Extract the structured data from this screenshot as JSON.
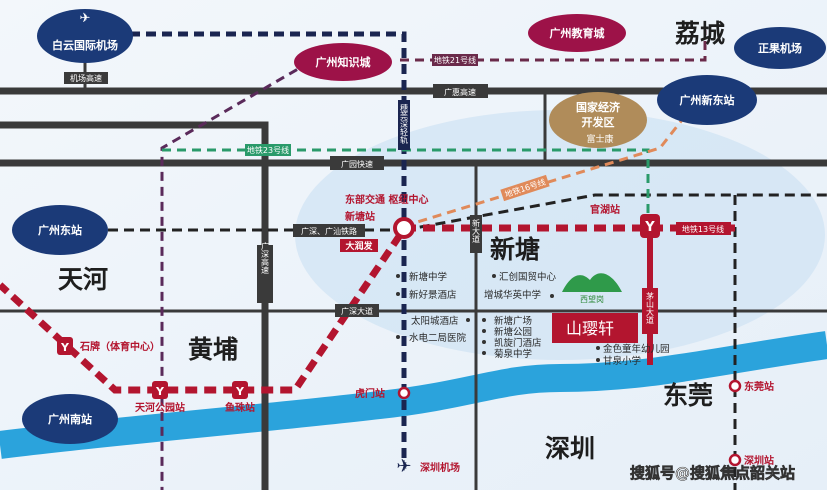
{
  "places": {
    "lichen": "荔城",
    "tianhe": "天河",
    "huangpu": "黄埔",
    "xintang": "新塘",
    "dongguan": "东莞",
    "shenzhen": "深圳"
  },
  "landmarks": {
    "baiyun_airport": "白云国际机场",
    "knowledge_city": "广州知识城",
    "education_city": "广州教育城",
    "zhengguo_airport": "正果机场",
    "new_east_station": "广州新东站",
    "econ_zone_line1": "国家经济",
    "econ_zone_line2": "开发区",
    "fushikang": "富士康",
    "east_station": "广州东站",
    "south_station": "广州南站"
  },
  "roads": {
    "airport_expressway": "机场高速",
    "guanghui": "广惠高速",
    "guangyuan": "广园快速",
    "guangshen_highway": "广深高速",
    "guangshen_avenue": "广深大道",
    "railway": "广深、广汕铁路",
    "light_rail": "穗莞深轻轨",
    "guangxin_avenue": "新大道",
    "maoshan_avenue": "茅山大道"
  },
  "metro_lines": {
    "line21": "地铁21号线",
    "line23": "地铁23号线",
    "line16": "地铁16号线",
    "line13": "地铁13号线"
  },
  "stations": {
    "hub": "东部交通 枢纽中心",
    "xintang_station": "新塘站",
    "darunfa": "大润发",
    "guanhu": "官湖站",
    "shipai": "石牌（体育中心）",
    "tianhe_park": "天河公园站",
    "yuzhu": "鱼珠站",
    "humen": "虎门站",
    "dongguan_station": "东莞站",
    "shenzhen_station": "深圳站",
    "shenzhen_airport": "深圳机场"
  },
  "poi": {
    "left": [
      "新塘中学",
      "新好景酒店",
      "太阳城酒店",
      "水电二局医院"
    ],
    "mid": [
      "汇创国贸中心",
      "增城华英中学",
      "新塘广场",
      "新塘公园",
      "凯旋门酒店",
      "菊泉中学"
    ],
    "right": [
      "金色童年幼儿园",
      "甘泉小学"
    ],
    "mountain": "西望岗"
  },
  "project": "山璎轩",
  "watermark": "搜狐号@搜狐焦点韶关站",
  "colors": {
    "navy": "#1b3a78",
    "maroon": "#9d1248",
    "metro_red": "#b3152f",
    "tan": "#b08c5a",
    "river": "#2ba3dc",
    "road": "#3a3a3a"
  }
}
